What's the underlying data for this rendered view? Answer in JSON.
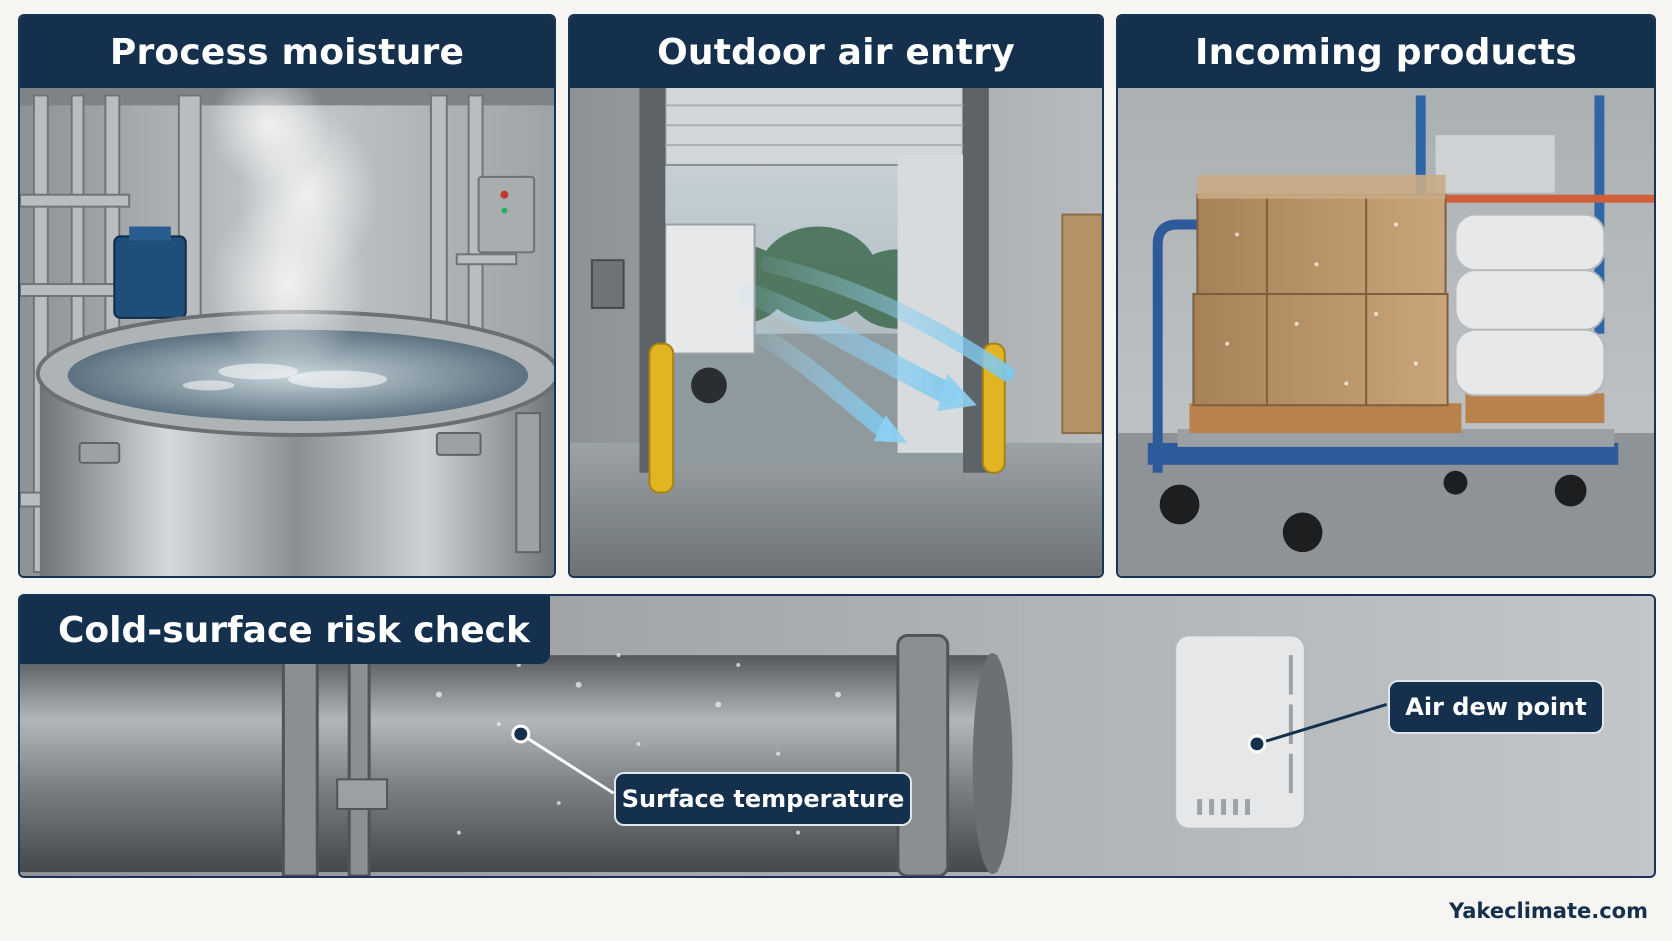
{
  "panels": {
    "process_moisture": {
      "title": "Process moisture"
    },
    "outdoor_air": {
      "title": "Outdoor air entry"
    },
    "incoming_products": {
      "title": "Incoming products"
    }
  },
  "risk_check": {
    "title": "Cold-surface risk check",
    "surface_label": "Surface temperature",
    "dew_label": "Air dew point"
  },
  "footer": {
    "brand": "Yakeclimate.com"
  },
  "colors": {
    "title_bar": "#14304d",
    "background": "#f6f5f1"
  }
}
